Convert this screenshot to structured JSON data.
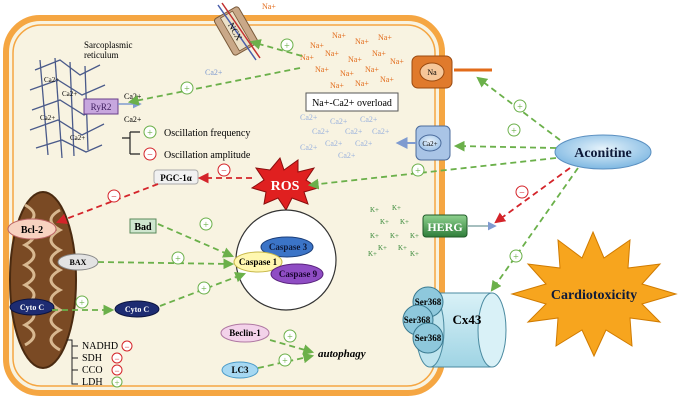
{
  "labels": {
    "ncx": "NCX",
    "na": "Na",
    "na_ion": "Na+",
    "ca_ion": "Ca2+",
    "overload": "Na+-Ca2+ overload",
    "sr": "Sarcoplasmic",
    "sr2": "reticulum",
    "ryr2": "RyR2",
    "osc_freq": "Oscillation frequency",
    "osc_amp": "Oscillation amplitude",
    "pgc": "PGC-1α",
    "ros": "ROS",
    "bcl2": "Bcl-2",
    "bax": "BAX",
    "cytoc": "Cyto C",
    "bad": "Bad",
    "casp3": "Caspase 3",
    "casp1": "Caspase 1",
    "casp9": "Caspase 9",
    "nadhd": "NADHD",
    "sdh": "SDH",
    "cco": "CCO",
    "ldh": "LDH",
    "beclin": "Beclin-1",
    "lc3": "LC3",
    "autophagy": "autophagy",
    "herg": "HERG",
    "k_ion": "K+",
    "ser": "Ser368",
    "cx43": "Cx43",
    "aconitine": "Aconitine",
    "cardiotox": "Cardiotoxicity",
    "ca_ch": "Ca2+",
    "plus": "+",
    "minus": "−"
  },
  "colors": {
    "membrane": "#f5a642",
    "cell_fill": "#f8f3e1",
    "green_arrow": "#6bb04a",
    "red_arrow": "#d4242a",
    "ros_red": "#e02020",
    "burst_orange": "#f7a51e",
    "mito_brown": "#6a3e1d",
    "navy": "#1e2c72",
    "aconitine_blue": "#8fc6ea"
  }
}
